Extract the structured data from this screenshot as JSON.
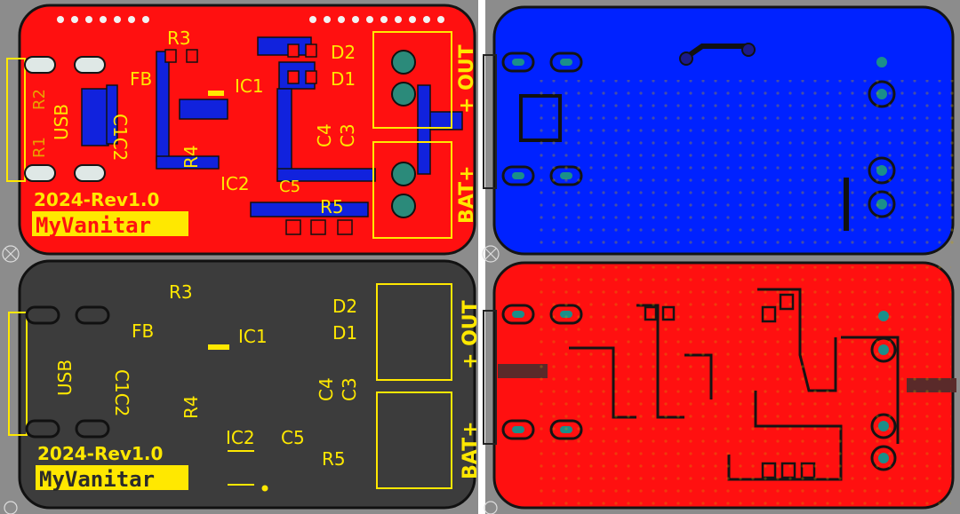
{
  "colors": {
    "background": "#ffffff",
    "grey_canvas": "#8c8c8c",
    "red_copper": "#ff0000",
    "blue_copper": "#0000ff",
    "dark_board": "#3a3a3a",
    "outline": "#111111",
    "silkscreen": "#ffe800",
    "pad_teal": "#1a8f8a"
  },
  "designators": {
    "usb": "USB",
    "fb": "FB",
    "r3": "R3",
    "r4": "R4",
    "ic1": "IC1",
    "ic2": "IC2",
    "d1": "D1",
    "d2": "D2",
    "c1c2": "C1C2",
    "c3": "C3",
    "c4": "C4",
    "c5": "C5",
    "r5": "R5",
    "r1": "R1",
    "r2": "R2"
  },
  "ports": {
    "out": "+ OUT",
    "bat": "BAT+"
  },
  "branding": {
    "revision": "2024-Rev1.0",
    "name": "MyVanitar"
  },
  "views": [
    {
      "id": "top-layer",
      "copper": "red"
    },
    {
      "id": "bottom-layer",
      "copper": "blue"
    },
    {
      "id": "top-silkscreen",
      "copper": "none"
    },
    {
      "id": "bottom-copper",
      "copper": "red"
    }
  ]
}
